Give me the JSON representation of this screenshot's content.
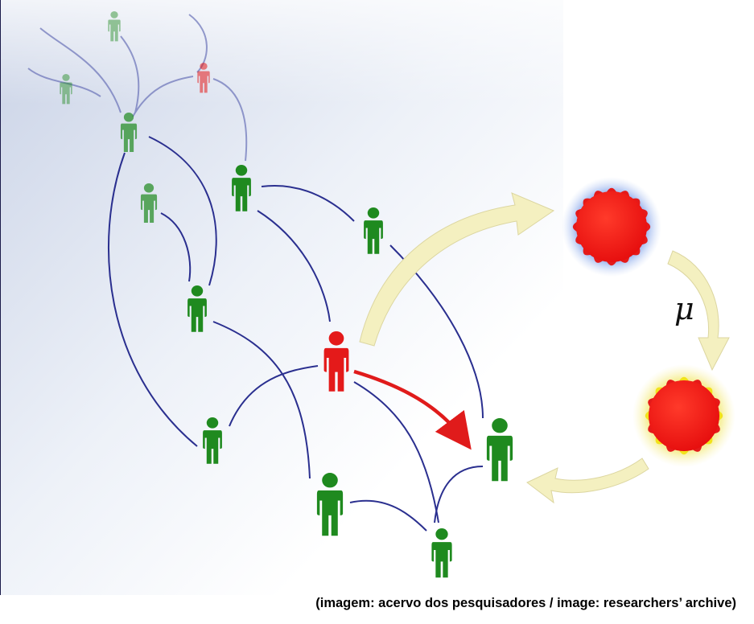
{
  "caption": "(imagem: acervo dos pesquisadores / image: researchers’ archive)",
  "mutation_symbol": "μ",
  "colors": {
    "healthy": "#1f8a1f",
    "infected": "#e41a1a",
    "edge": "#2a2f8f",
    "transmission_arrow": "#e01b1b",
    "cycle_arrow": "#f4f0c0",
    "spike_mutated": "#f2e21a"
  },
  "icons": [
    "person-icon",
    "virus-icon",
    "mutated-virus-icon",
    "mu-symbol"
  ]
}
